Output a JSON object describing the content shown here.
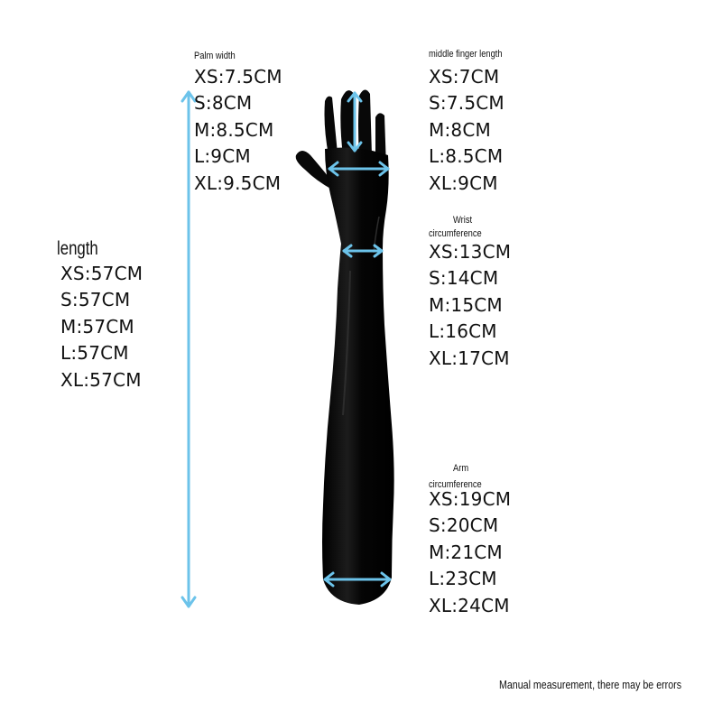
{
  "measurements": {
    "palm_width": {
      "label": "Palm width",
      "values": [
        "XS:7.5CM",
        "S:8CM",
        "M:8.5CM",
        "L:9CM",
        "XL:9.5CM"
      ]
    },
    "middle_finger_length": {
      "label": "middle finger length",
      "values": [
        "XS:7CM",
        "S:7.5CM",
        "M:8CM",
        "L:8.5CM",
        "XL:9CM"
      ]
    },
    "wrist_circumference": {
      "label_line1": "Wrist",
      "label_line2": "circumference",
      "values": [
        "XS:13CM",
        "S:14CM",
        "M:15CM",
        "L:16CM",
        "XL:17CM"
      ]
    },
    "arm_circumference": {
      "label_line1": "Arm",
      "label_line2": "circumference",
      "values": [
        "XS:19CM",
        "S:20CM",
        "M:21CM",
        "L:23CM",
        "XL:24CM"
      ]
    },
    "length": {
      "label": "length",
      "values": [
        "XS:57CM",
        "S:57CM",
        "M:57CM",
        "L:57CM",
        "XL:57CM"
      ]
    }
  },
  "footer": {
    "note": "Manual measurement, there may be errors"
  },
  "colors": {
    "arrow": "#6cc3ea",
    "glove": "#0a0a0a",
    "text": "#111111"
  },
  "icons": {
    "length_arrow": "double-headed-vertical-arrow",
    "finger_arrow": "double-headed-vertical-arrow",
    "palm_arrow": "double-headed-horizontal-arrow",
    "wrist_arrow": "double-headed-horizontal-arrow",
    "arm_arrow": "double-headed-horizontal-arrow"
  }
}
